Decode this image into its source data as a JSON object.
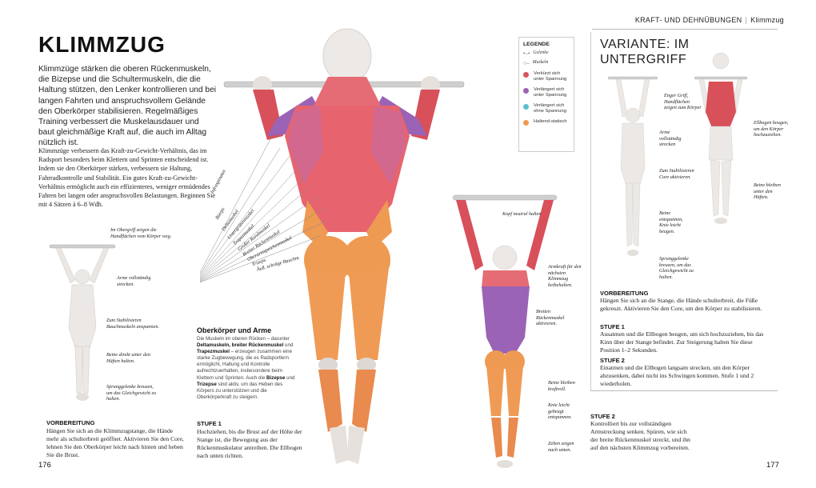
{
  "header": {
    "section": "KRAFT- UND DEHNÜBUNGEN",
    "sep": "|",
    "topic": "Klimmzug"
  },
  "title": "KLIMMZUG",
  "intro": "Klimmzüge stärken die oberen Rückenmuskeln, die Bizepse und die Schultermuskeln, die die Haltung stützen, den Lenker kontrollieren und bei langen Fahrten und anspruchsvollem Gelände den Oberkörper stabilisieren. Regelmäßiges Training verbessert die Muskelausdauer und baut gleichmäßige Kraft auf, die auch im Alltag nützlich ist.",
  "body": "Klimmzüge verbessern das Kraft-zu-Gewicht-Verhältnis, das im Radsport besonders beim Klettern und Sprinten entscheidend ist. Indem sie den Oberkörper stärken, verbessern sie Haltung, Fahrradkontrolle und Stabilität. Ein gutes Kraft-zu-Gewicht-Verhältnis ermöglicht auch ein effizienteres, weniger ermüdendes Fahren bei langen oder anspruchsvollen Belastungen. Beginnen Sie mit 4 Sätzen à 6–8 Wdh.",
  "legend": {
    "title": "LEGENDE",
    "gelenke": "Gelenke",
    "muskeln": "Muskeln",
    "items": [
      {
        "label": "Verkürzt sich unter Spannung",
        "color": "#d9545c"
      },
      {
        "label": "Verlängert sich unter Spannung",
        "color": "#9a63b5"
      },
      {
        "label": "Verlängert sich ohne Spannung",
        "color": "#5bbfcf"
      },
      {
        "label": "Haltend-statisch",
        "color": "#ee9a52"
      }
    ]
  },
  "muscle_labels": [
    "Infraspinatus",
    "Bizeps",
    "Deltamuskel",
    "Untergrätenmuskel",
    "Trapezmuskel",
    "Großer Rundmuskel",
    "Breiter Rückenmuskel",
    "Oberarmspeichenmuskel",
    "Trizeps",
    "Äuß. schräge Bauchm."
  ],
  "left_captions": {
    "grip": "Im Obergriff zeigen die Handflächen vom Körper weg.",
    "arms": "Arme vollständig strecken.",
    "core": "Zum Stabilisieren Bauchmuskeln anspannen.",
    "legs": "Beine direkt unter den Hüften halten.",
    "ankles": "Sprunggelenke kreuzen, um das Gleichgewicht zu halten."
  },
  "prep_left": {
    "heading": "VORBEREITUNG",
    "text": "Hängen Sie sich an die Klimmzugstange, die Hände mehr als schulterbreit geöffnet. Aktivieren Sie den Core, lehnen Sie den Oberkörper leicht nach hinten und heben Sie die Brust."
  },
  "oberkoerper": {
    "title": "Oberkörper und Arme",
    "t1": "Die Muskeln im oberen Rücken – darunter ",
    "b1": "Deltamuskeln, breiter Rückenmuskel",
    "t2": " und ",
    "b2": "Trapezmuskel",
    "t3": " – erzeugen zusammen eine starke Zugbewegung, die es Radsportlern ermöglicht, Haltung und Kontrolle aufrechtzuerhalten, insbesondere beim Klettern und Sprinten. Auch die ",
    "b3": "Bizepse",
    "t4": " und ",
    "b4": "Trizepse",
    "t5": " sind aktiv, um das Heben des Körpers zu unterstützen und die Oberkörperkraft zu steigern."
  },
  "step1": {
    "heading": "STUFE 1",
    "text": "Hochziehen, bis die Brust auf der Höhe der Stange ist, die Bewegung aus der Rückenmuskulatur antreiben. Die Ellbogen nach unten richten."
  },
  "mid_captions": {
    "head": "Kopf neutral halten",
    "arm": "Armkraft für den nächsten Klimmzug beibehalten.",
    "back": "Breiten Rückenmuskel aktivieren.",
    "legs": "Beine bleiben kraftvoll.",
    "knee": "Knie leicht gebeugt entspannen.",
    "toes": "Zehen zeigen nach unten."
  },
  "step2": {
    "heading": "STUFE 2",
    "text": "Kontrolliert bis zur vollständigen Armstreckung senken. Spüren, wie sich der breite Rückenmuskel streckt, und ihn auf den nächsten Klimmzug vorbereiten."
  },
  "variant": {
    "title": "VARIANTE: IM UNTERGRIFF",
    "cap_grip": "Enger Griff, Handflächen zeigen zum Körper",
    "cap_arms": "Arme vollständig strecken",
    "cap_core": "Zum Stabilisieren Core aktivieren.",
    "cap_legs": "Beine entspannen, Knie leicht beugen.",
    "cap_ankles": "Sprunggelenke kreuzen, um das Gleichgewicht zu halten.",
    "cap_elbows": "Ellbogen beugen, um den Körper hochzuziehen.",
    "cap_legs2": "Beine bleiben unter den Hüften.",
    "prep_heading": "VORBEREITUNG",
    "prep_text": "Hängen Sie sich an die Stange, die Hände schulterbreit, die Füße gekreuzt. Aktivieren Sie den Core, um den Körper zu stabilisieren.",
    "s1_heading": "STUFE 1",
    "s1_text": "Ausatmen und die Ellbogen beugen, um sich hochzuziehen, bis das Kinn über der Stange befindet. Zur Steigerung halten Sie diese Position 1–2 Sekunden.",
    "s2_heading": "STUFE 2",
    "s2_text": "Einatmen und die Ellbogen langsam strecken, um den Körper abzusenken, dabei nicht ins Schwingen kommen. Stufe 1 und 2 wiederholen."
  },
  "page_left": "176",
  "page_right": "177"
}
